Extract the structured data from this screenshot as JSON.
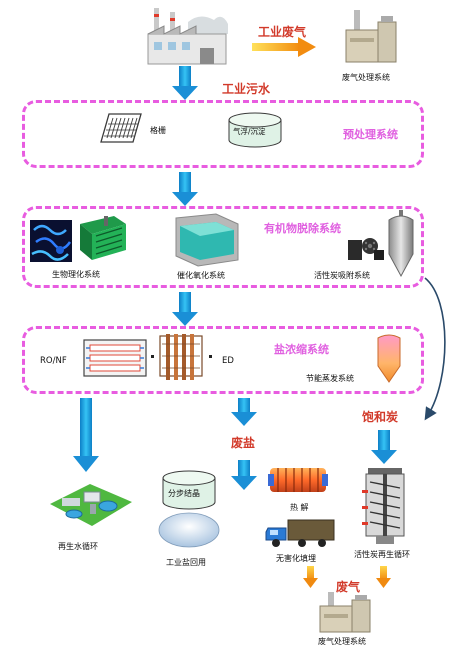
{
  "top": {
    "exhaust_label": "工业废气",
    "exhaust_system_label": "废气处理系统",
    "wastewater_label": "工业污水"
  },
  "pretreatment": {
    "title": "预处理系统",
    "grille_label": "格栅",
    "float_sediment_label": "气浮/沉淀"
  },
  "organics": {
    "title": "有机物脱除系统",
    "bio_label": "生物理化系统",
    "catalytic_label": "催化氧化系统",
    "carbon_label": "活性炭吸附系统"
  },
  "salt": {
    "title": "盐浓缩系统",
    "ro_nf_label": "RO/NF",
    "ed_label": "ED",
    "evaporation_label": "节能蒸发系统"
  },
  "outputs": {
    "saturated_carbon_label": "饱和炭",
    "waste_salt_label": "废盐",
    "recycled_water_label": "再生水循环",
    "crystallization_label": "分步结晶",
    "salt_reuse_label": "工业盐回用",
    "pyrolysis_label": "热  解",
    "harmless_landfill_label": "无害化填埋",
    "carbon_regen_label": "活性炭再生循环",
    "waste_gas_label": "废气",
    "exhaust_system_bottom_label": "废气处理系统"
  },
  "colors": {
    "dash_border": "#e85ce0",
    "stage_title": "#e060e0",
    "red_label": "#d23a2a",
    "blue_arrow": "#1da7e6",
    "yellow_arrow": "#f5a51c"
  }
}
